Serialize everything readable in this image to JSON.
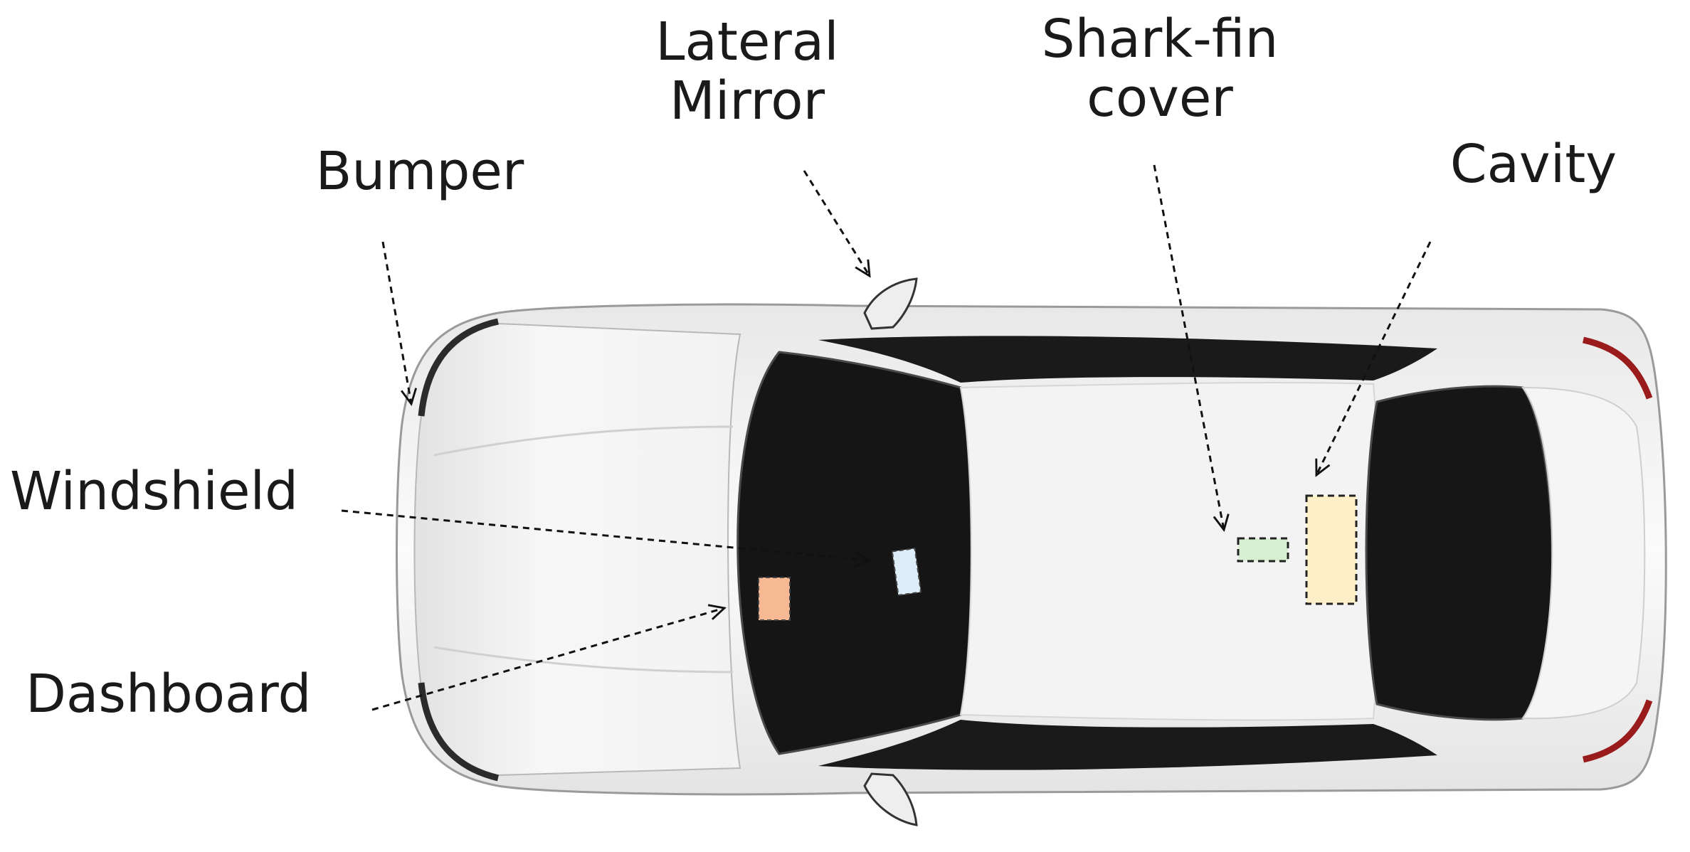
{
  "labels": {
    "lateral_mirror": [
      "Lateral",
      "Mirror"
    ],
    "shark_fin_cover": [
      "Shark-fin",
      "cover"
    ],
    "bumper": "Bumper",
    "cavity": "Cavity",
    "windshield": "Windshield",
    "dashboard": "Dashboard"
  },
  "colors": {
    "car_body": "#f4f4f4",
    "glass": "#141414",
    "windshield_marker": "#dcedf8",
    "dashboard_marker": "#f6b993",
    "shark_fin_marker": "#d6efd0",
    "cavity_marker": "#fdf0c8",
    "taillight": "#9a1b1b"
  },
  "icons": [
    "car-top-view-icon",
    "arrow-icon"
  ]
}
